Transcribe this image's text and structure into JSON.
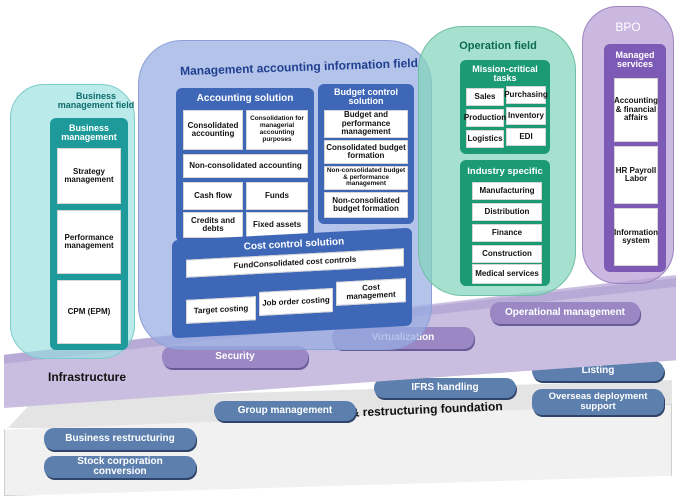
{
  "foundation": {
    "title": "Management tasks & restructuring foundation",
    "items": [
      "Business restructuring",
      "Stock corporation conversion",
      "Group management",
      "IFRS handling",
      "Listing",
      "Overseas deployment support"
    ]
  },
  "infrastructure": {
    "title": "Infrastructure",
    "items": [
      "Security",
      "Virtualization",
      "Operational management"
    ]
  },
  "business_field": {
    "title": "Business management field",
    "panel_title": "Business management",
    "items": [
      "Strategy management",
      "Performance management",
      "CPM (EPM)"
    ]
  },
  "mgmt_field": {
    "title": "Management accounting information field",
    "accounting": {
      "title": "Accounting solution",
      "items": [
        "Consolidated accounting",
        "Consolidation for managerial accounting purposes",
        "Non-consolidated accounting",
        "Cash flow",
        "Funds",
        "Credits and debts",
        "Fixed assets"
      ]
    },
    "budget": {
      "title": "Budget control solution",
      "items": [
        "Budget and performance management",
        "Consolidated budget formation",
        "Non-consolidated budget & performance management",
        "Non-consolidated budget formation"
      ]
    },
    "cost": {
      "title": "Cost control solution",
      "items": [
        "FundConsolidated cost controls",
        "Target costing",
        "Job order costing",
        "Cost management"
      ]
    }
  },
  "op_field": {
    "title": "Operation field",
    "mission": {
      "title": "Mission-critical tasks",
      "items": [
        "Sales",
        "Purchasing",
        "Production",
        "Inventory",
        "Logistics",
        "EDI"
      ]
    },
    "industry": {
      "title": "Industry specific",
      "items": [
        "Manufacturing",
        "Distribution",
        "Finance",
        "Construction",
        "Medical services"
      ]
    }
  },
  "bpo": {
    "title": "BPO",
    "panel_title": "Managed services",
    "items": [
      "Accounting & financial affairs",
      "HR Payroll Labor",
      "Information system"
    ]
  },
  "colors": {
    "foundation_pill": "#5c7fae",
    "infra_pill": "#9a87c4",
    "business_field": "#96dede",
    "mgmt_field": "#96ace2",
    "op_field": "#84d4bc",
    "bpo_field": "#baa0d6",
    "mgmt_title": "#1f3f8f",
    "op_title": "#0c6b52"
  }
}
